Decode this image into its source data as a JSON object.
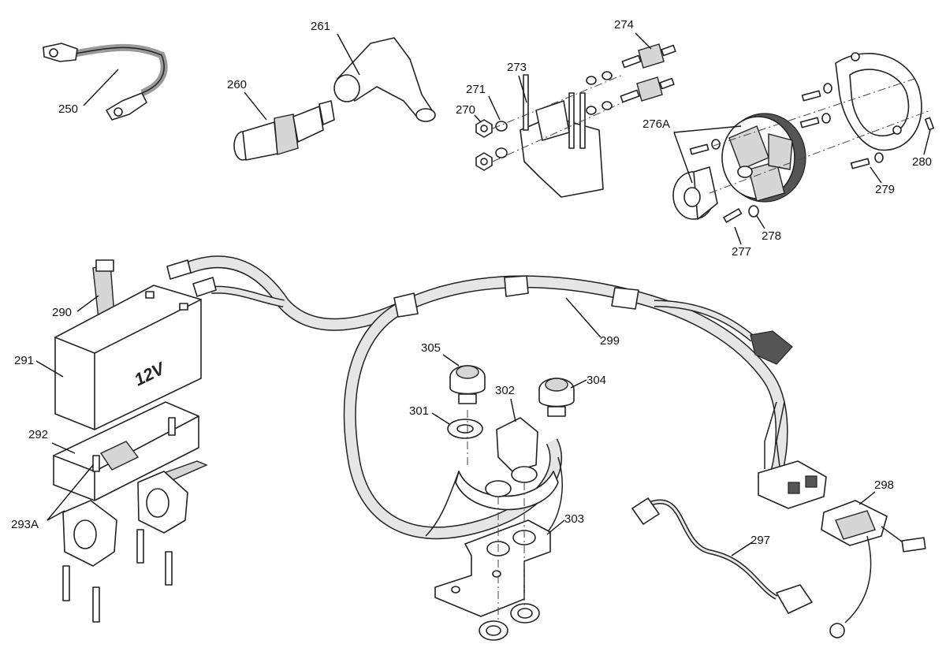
{
  "callouts": {
    "c250": "250",
    "c260": "260",
    "c261": "261",
    "c270": "270",
    "c271": "271",
    "c273": "273",
    "c274": "274",
    "c276A": "276A",
    "c277": "277",
    "c278": "278",
    "c279": "279",
    "c280": "280",
    "c290": "290",
    "c291": "291",
    "c292": "292",
    "c293A": "293A",
    "c297": "297",
    "c298": "298",
    "c299": "299",
    "c301": "301",
    "c302": "302",
    "c303": "303",
    "c304": "304",
    "c305": "305"
  },
  "battery_label": "12V"
}
